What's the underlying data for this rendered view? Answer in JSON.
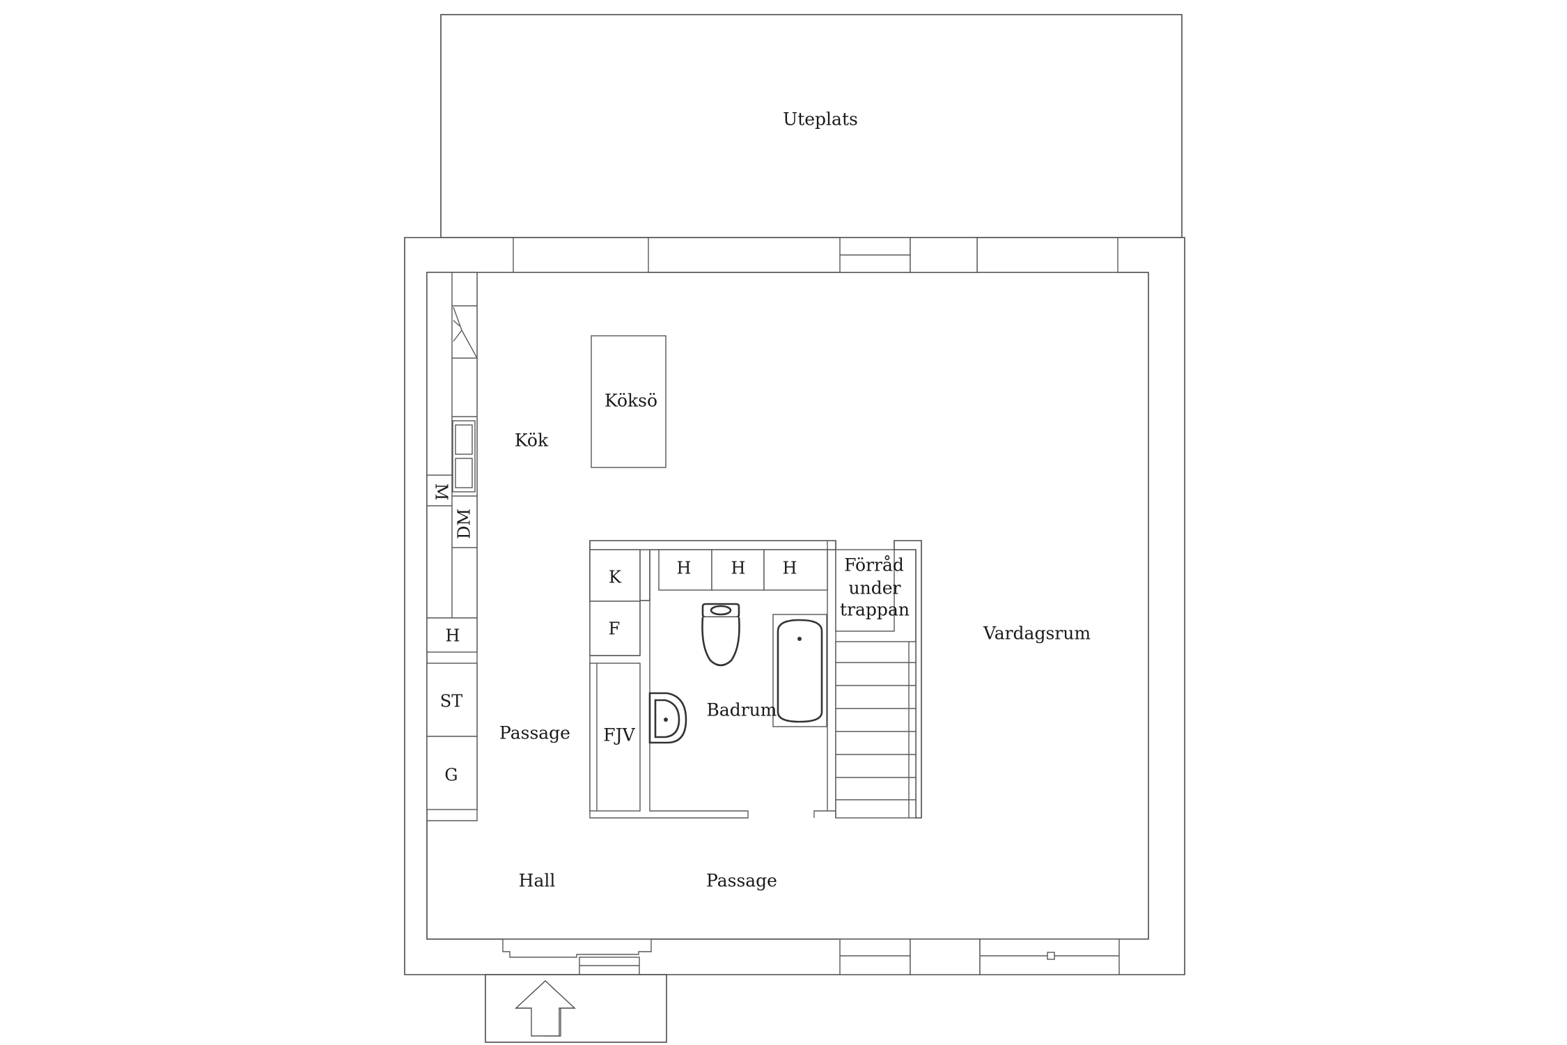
{
  "labels": {
    "uteplats": "Uteplats",
    "kok": "Kök",
    "kokso": "Köksö",
    "vardagsrum": "Vardagsrum",
    "badrum": "Badrum",
    "passage_left": "Passage",
    "passage_bottom": "Passage",
    "hall": "Hall",
    "fjv": "FJV",
    "forrad": [
      "Förråd",
      "under",
      "trappan"
    ],
    "k": "K",
    "f": "F",
    "h_top_1": "H",
    "h_top_2": "H",
    "h_top_3": "H",
    "h_left": "H",
    "st": "ST",
    "g": "G",
    "m": "M",
    "dm": "DM"
  },
  "colors": {
    "line": "#4a4a4a",
    "text": "#1a1a1a",
    "background": "#ffffff"
  },
  "icons": {
    "entrance": "entrance-arrow-icon",
    "toilet": "toilet-icon",
    "sink": "washbasin-icon",
    "bathtub": "bathtub-icon",
    "kitchen_sink": "kitchen-sink-icon",
    "stairs": "stairs-icon"
  }
}
